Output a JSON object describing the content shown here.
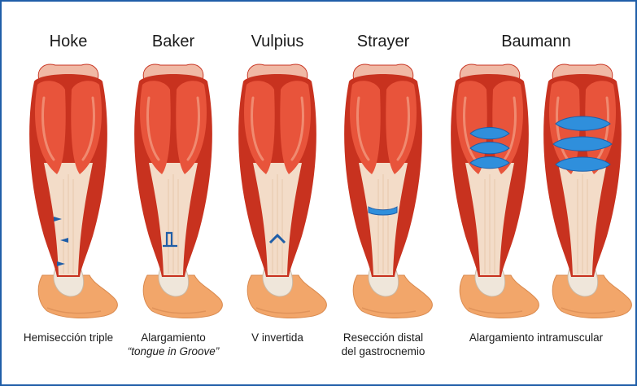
{
  "procedures": [
    {
      "title": "Hoke",
      "caption1": "Hemisección triple",
      "caption2": ""
    },
    {
      "title": "Baker",
      "caption1": "Alargamiento",
      "caption2": "“tongue in Groove”"
    },
    {
      "title": "Vulpius",
      "caption1": "V invertida",
      "caption2": ""
    },
    {
      "title": "Strayer",
      "caption1": "Resección distal",
      "caption2": "del gastrocnemio"
    },
    {
      "title": "Baumann",
      "caption1": "Alargamiento intramuscular",
      "caption2": ""
    }
  ],
  "colors": {
    "border": "#1f5ea8",
    "muscle": "#e8543b",
    "muscle_dark": "#c8321f",
    "tendon": "#f3dcc8",
    "foot": "#f2a66a",
    "bone": "#efe6da",
    "incision": "#2f8fdc"
  },
  "icons": [
    "calf-muscle-illustration",
    "incision-mark"
  ]
}
